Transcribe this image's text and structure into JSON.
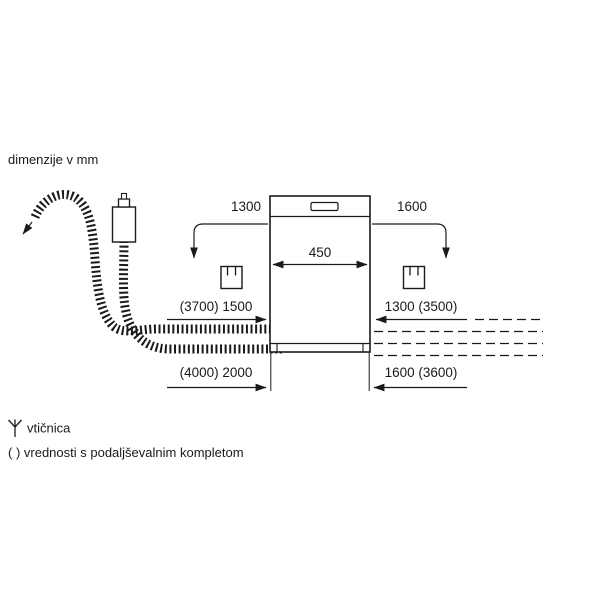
{
  "title": "dimenzije v mm",
  "labels": {
    "top_left": "1300",
    "top_right": "1600",
    "width": "450",
    "middle_left": "(3700) 1500",
    "middle_right": "1300 (3500)",
    "bottom_left": "(4000) 2000",
    "bottom_right": "1600 (3600)"
  },
  "legend": {
    "socket_label": "vtičnica",
    "note": "( ) vrednosti s podaljševalnim kompletom"
  },
  "icons": {
    "socket": "socket-outlet-icon",
    "plug": "plug-fork-icon"
  },
  "colors": {
    "ink": "#1a1a1a",
    "background": "#ffffff"
  }
}
